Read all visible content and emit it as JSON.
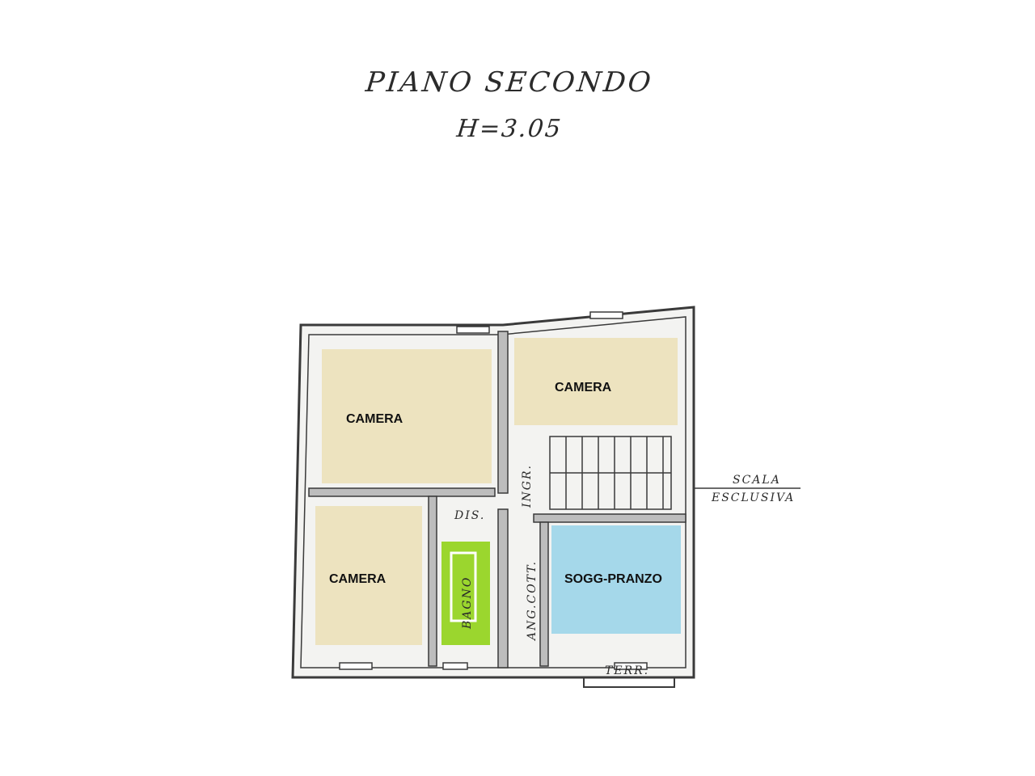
{
  "header": {
    "title": "PIANO SECONDO",
    "height": "H=3.05"
  },
  "rooms": [
    {
      "id": "camera-top-left",
      "label": "CAMERA",
      "fill": "#ede3bf"
    },
    {
      "id": "camera-top-right",
      "label": "CAMERA",
      "fill": "#ede3bf"
    },
    {
      "id": "camera-bottom-left",
      "label": "CAMERA",
      "fill": "#ede3bf"
    },
    {
      "id": "sogg-pranzo",
      "label": "SOGG-PRANZO",
      "fill": "#a5d8ea"
    },
    {
      "id": "bagno",
      "label": "BAGNO",
      "fill": "#9bd62e"
    }
  ],
  "annotations": {
    "dis": "DIS.",
    "ingr": "INGR.",
    "ang_cott": "ANG.COTT.",
    "scala": "SCALA",
    "esclusiva": "ESCLUSIVA",
    "terr": "TERR."
  },
  "colors": {
    "wall": "#3a3a3a",
    "wall_fill": "#f3f3f1",
    "room_beige": "#ede3bf",
    "room_blue": "#a5d8ea",
    "room_green": "#9bd62e"
  }
}
